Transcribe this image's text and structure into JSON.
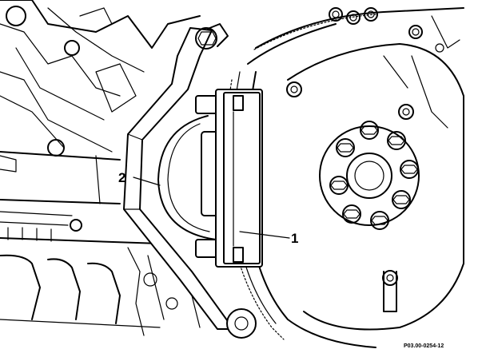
{
  "callouts": {
    "label_1": "1",
    "label_2": "2"
  },
  "figure_ref": "P03.00-0254-12"
}
